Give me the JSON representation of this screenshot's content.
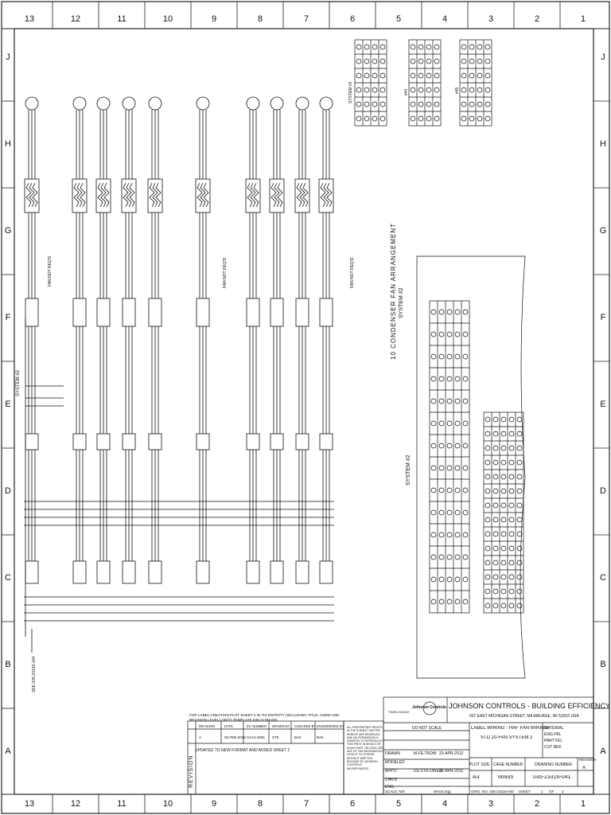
{
  "grid": {
    "columns": [
      "13",
      "12",
      "11",
      "10",
      "9",
      "8",
      "7",
      "6",
      "5",
      "4",
      "3",
      "2",
      "1"
    ],
    "rows": [
      "J",
      "H",
      "G",
      "F",
      "E",
      "D",
      "C",
      "B",
      "A"
    ]
  },
  "diagram": {
    "left_system_label": "SYSTEM #2",
    "arrangement_title": "10 CONDENSER FAN ARRANGEMENT",
    "arrangement_subtitle": "SYSTEM #2",
    "right_system_label": "SYSTEM #2",
    "fan_not_reqd": "FAN NOT REQ'D.",
    "see_ref": "SEE 035-23316-104",
    "small_tables": {
      "t1_title": "SYSTEM #2",
      "t2_title": "#44",
      "t3_title": "#45"
    }
  },
  "title_block": {
    "company": "JOHNSON CONTROLS - BUILDING EFFICIENCY",
    "address": "507 EAST MICHIGAN STREET, MILWAUKEE, WI 53202 USA",
    "logo_text": "Johnson Controls",
    "title_line1": "LABEL WIRING - HAF FAN WIRING",
    "title_line2": "STD 10-FAN SYSTEM 2",
    "material_label": "MATERIAL",
    "material_value": "ENG.FBL",
    "part_no_label": "PART NO.",
    "cut_ref_label": "CUT REF.",
    "plot_size_label": "PLOT SIZE",
    "plot_size": "A3",
    "cage_label": "CAGE NUMBER",
    "cage": "66935",
    "drawing_number_label": "DRAWING NUMBER",
    "drawing_number": "035-23316-041",
    "revision_label": "REVISION",
    "revision": "A",
    "sheet_label": "SHEET",
    "sheet": "1",
    "of_label": "OF",
    "of": "2",
    "do_not_scale": "DO NOT SCALE",
    "scale": "SCALE: N/S",
    "mass": "MASS (kg)",
    "orig_no": "ORIG. NO. 035-23316-040",
    "drawn_label": "DRAWN",
    "drawn_by": "M.FE.TROW",
    "drawn_date": "23-APR-2012",
    "modeled_label": "MODELED",
    "appd_label": "APP'D",
    "appd_by": "GS.STR.OWEN",
    "appd_date": "23-APR-2012",
    "chkd_label": "CHK'D",
    "eng_label": "ENG.",
    "third_angle": "THIRD ANGLE"
  },
  "revision_block": {
    "note": "FOR LABEL CREATION PLOT SHEET 2 IN ITS ENTIRITY (INCLUDING TITLE, OWN# AND REVISION LEVEL) ONTO TEMPLATE 035-21765-001",
    "headers": [
      "REVISION",
      "DATE",
      "EC NUMBER",
      "DRAWN BY",
      "CHECKED BY",
      "ENGINEERED BY"
    ],
    "row": [
      "A",
      "05-FEB-2015",
      "CK14-2555",
      "STE",
      "BAK",
      "BAK"
    ],
    "description": "UPDATED TO NEW FORMAT AND ADDED SHEET 2",
    "side_label": "REVISION",
    "proprietary": "ALL PROPRIETARY RIGHTS IN THE SUBJECT MATTER HEREOF ARE RESERVED AND NO PERMISSION IS GRANTED TO REPRODUCE THIS PRINT IN WHOLE OR IN ANY PART, OR DISCLOSE ANY OF THE INFORMATION UPON IT TO OTHERS WITHOUT WRITTEN RELEASE BY JOHNSON CONTROLS INCORPORATED"
  }
}
